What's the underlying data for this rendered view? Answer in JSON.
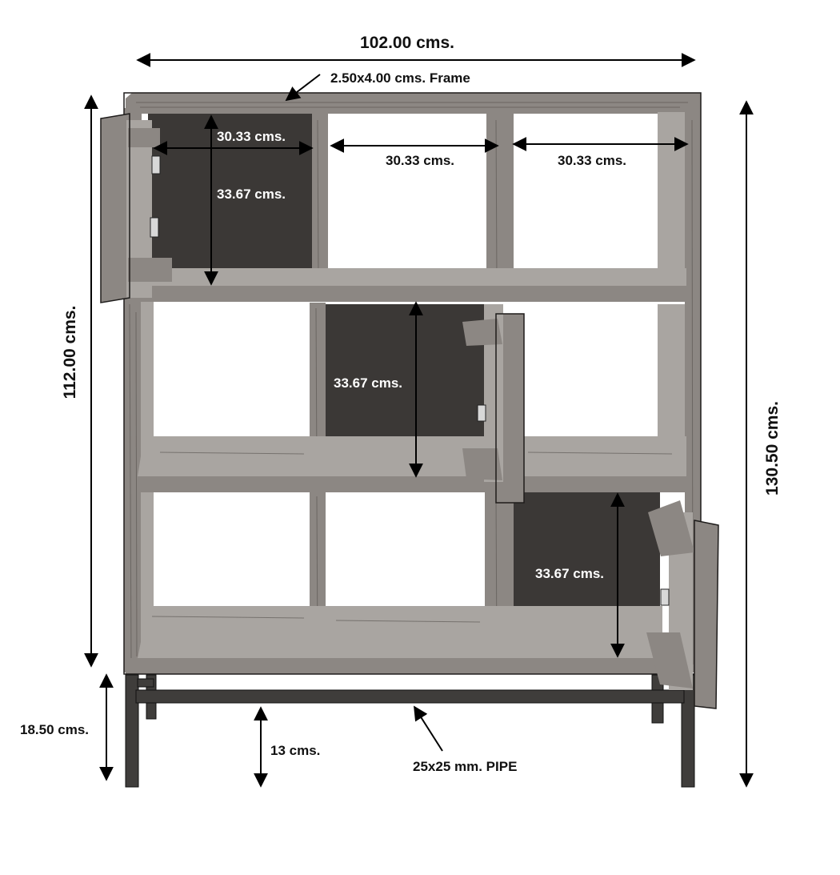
{
  "dimensions": {
    "total_width": "102.00 cms.",
    "frame": "2.50x4.00 cms. Frame",
    "cell_width_1": "30.33 cms.",
    "cell_width_2": "30.33 cms.",
    "cell_width_3": "30.33 cms.",
    "cell_height_1": "33.67 cms.",
    "cell_height_2": "33.67 cms.",
    "cell_height_3": "33.67 cms.",
    "cabinet_height": "112.00 cms.",
    "total_height": "130.50 cms.",
    "leg_height": "18.50 cms.",
    "stretcher_height": "13 cms.",
    "pipe": "25x25 mm. PIPE"
  },
  "colors": {
    "wood": "#8c8783",
    "back_panel": "#3b3836",
    "pipe": "#3f3d3b",
    "dimension_line": "#000000"
  }
}
